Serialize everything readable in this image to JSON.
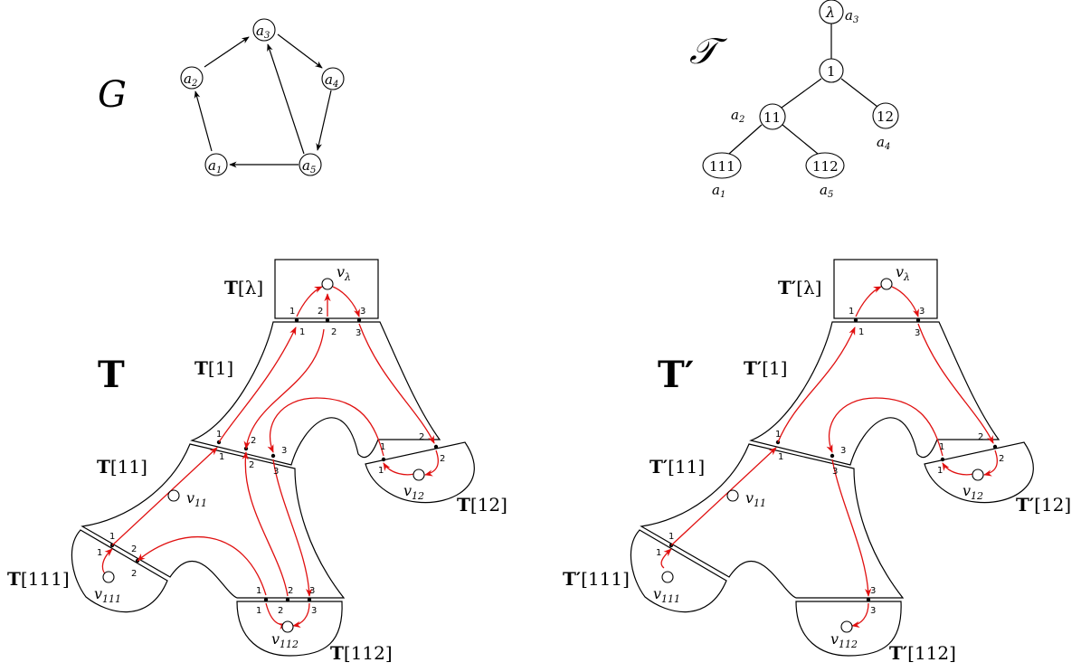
{
  "graph": {
    "name": "G",
    "nodes": [
      {
        "id": "a3",
        "letter": "a",
        "sub": "3"
      },
      {
        "id": "a2",
        "letter": "a",
        "sub": "2"
      },
      {
        "id": "a4",
        "letter": "a",
        "sub": "4"
      },
      {
        "id": "a1",
        "letter": "a",
        "sub": "1"
      },
      {
        "id": "a5",
        "letter": "a",
        "sub": "5"
      }
    ]
  },
  "tree": {
    "name": "𝒯",
    "nodes": [
      "λ",
      "1",
      "11",
      "12",
      "111",
      "112"
    ],
    "node_labels": [
      {
        "letter": "a",
        "sub": "3"
      },
      {
        "letter": "a",
        "sub": "2"
      },
      {
        "letter": "a",
        "sub": "4"
      },
      {
        "letter": "a",
        "sub": "1"
      },
      {
        "letter": "a",
        "sub": "5"
      }
    ]
  },
  "decompositions": [
    {
      "name": "T",
      "pieces": {
        "root": {
          "bold": "T",
          "rest": "[λ]"
        },
        "p1": {
          "bold": "T",
          "rest": "[1]"
        },
        "p11": {
          "bold": "T",
          "rest": "[11]"
        },
        "p12": {
          "bold": "T",
          "rest": "[12]"
        },
        "p111": {
          "bold": "T",
          "rest": "[111]"
        },
        "p112": {
          "bold": "T",
          "rest": "[112]"
        }
      },
      "vertices": [
        {
          "letter": "v",
          "sub": "λ"
        },
        {
          "letter": "v",
          "sub": "11"
        },
        {
          "letter": "v",
          "sub": "12"
        },
        {
          "letter": "v",
          "sub": "111"
        },
        {
          "letter": "v",
          "sub": "112"
        }
      ]
    },
    {
      "name": "T′",
      "pieces": {
        "root": {
          "bold": "T′",
          "rest": "[λ]"
        },
        "p1": {
          "bold": "T′",
          "rest": "[1]"
        },
        "p11": {
          "bold": "T′",
          "rest": "[11]"
        },
        "p12": {
          "bold": "T′",
          "rest": "[12]"
        },
        "p111": {
          "bold": "T′",
          "rest": "[111]"
        },
        "p112": {
          "bold": "T′",
          "rest": "[112]"
        }
      },
      "vertices": [
        {
          "letter": "v",
          "sub": "λ"
        },
        {
          "letter": "v",
          "sub": "11"
        },
        {
          "letter": "v",
          "sub": "12"
        },
        {
          "letter": "v",
          "sub": "111"
        },
        {
          "letter": "v",
          "sub": "112"
        }
      ]
    }
  ],
  "ports": [
    "1",
    "2",
    "3"
  ],
  "colors": {
    "path": "#e01010",
    "ink": "#000000"
  }
}
